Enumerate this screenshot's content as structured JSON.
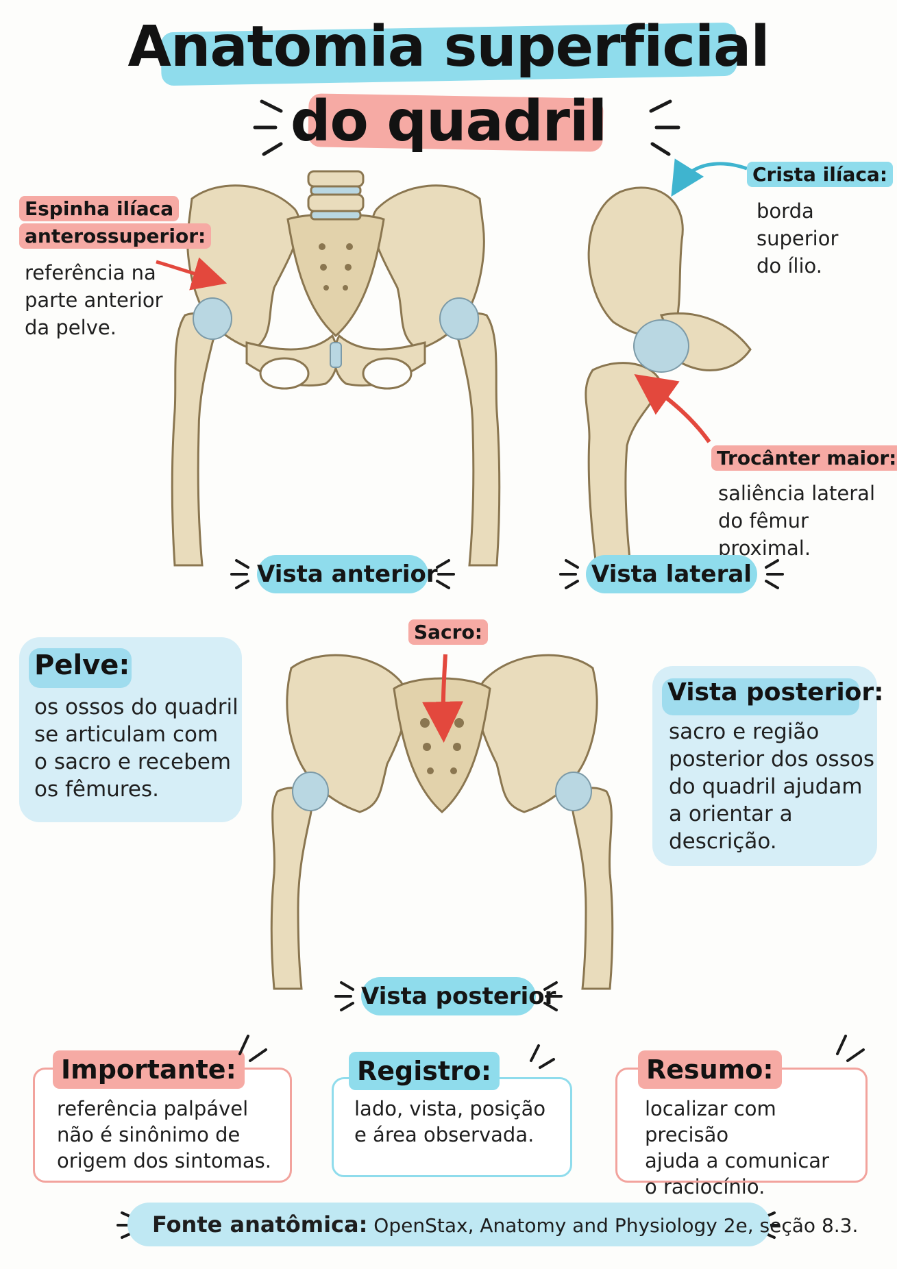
{
  "title": {
    "line1": "Anatomia superficial",
    "line2": "do quadril"
  },
  "views": {
    "anterior": "Vista anterior",
    "lateral": "Vista lateral",
    "posterior": "Vista posterior"
  },
  "callouts": {
    "asis": {
      "label_line1": "Espinha ilíaca",
      "label_line2": "anterossuperior:",
      "text": "referência na\nparte anterior\nda pelve."
    },
    "iliac_crest": {
      "label": "Crista ilíaca:",
      "text": "borda superior\ndo ílio."
    },
    "greater_trochanter": {
      "label": "Trocânter maior:",
      "text": "saliência lateral\ndo fêmur proximal."
    },
    "sacrum": {
      "label": "Sacro:"
    }
  },
  "cards": {
    "pelve": {
      "title": "Pelve:",
      "text": "os ossos do quadril\nse articulam com\no sacro e recebem\nos fêmures."
    },
    "vista_posterior": {
      "title": "Vista posterior:",
      "text": "sacro e região\nposterior dos ossos\ndo quadril ajudam\na orientar a\ndescrição."
    }
  },
  "boxes": {
    "importante": {
      "title": "Importante:",
      "text": "referência palpável\nnão é sinônimo de\norigem dos sintomas."
    },
    "registro": {
      "title": "Registro:",
      "text": "lado, vista, posição\ne área observada."
    },
    "resumo": {
      "title": "Resumo:",
      "text": "localizar com precisão\najuda a comunicar\no raciocínio."
    }
  },
  "footer": {
    "label": "Fonte anatômica:",
    "text": "OpenStax, Anatomy and Physiology 2e, seção 8.3."
  },
  "colors": {
    "blue_highlight": "#8fdcec",
    "pink_highlight": "#f6aaa4",
    "card_blue": "#d6eef7",
    "bone": "#e9dcbc",
    "bone_shade": "#cbb98e",
    "cartilage": "#b9d7e2",
    "arrow_red": "#e3483d",
    "arrow_blue": "#3fb4cf"
  }
}
